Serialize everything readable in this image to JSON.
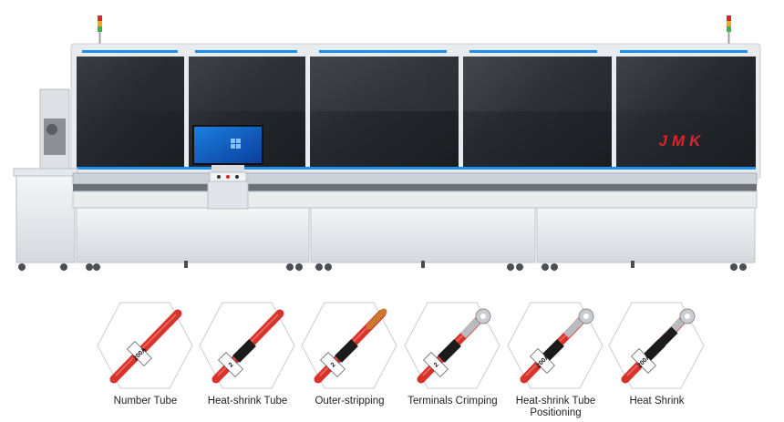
{
  "brand": {
    "text": "JMK",
    "color": "#d8262c"
  },
  "colors": {
    "panel_dark": "#2b2e33",
    "frame": "#e9ecef",
    "accent_blue": "#1e8ff0",
    "wire_red": "#d8332b",
    "tube_black": "#1b1b1b"
  },
  "steps": [
    {
      "label": "Number Tube",
      "label2": "",
      "tag": "200A"
    },
    {
      "label": "Heat-shrink Tube",
      "label2": "",
      "tag": "2"
    },
    {
      "label": "Outer-stripping",
      "label2": "",
      "tag": "2"
    },
    {
      "label": "Terminals Crimping",
      "label2": "",
      "tag": "2"
    },
    {
      "label": "Heat-shrink Tube",
      "label2": "Positioning",
      "tag": "200A"
    },
    {
      "label": "Heat Shrink",
      "label2": "",
      "tag": "200A"
    }
  ]
}
